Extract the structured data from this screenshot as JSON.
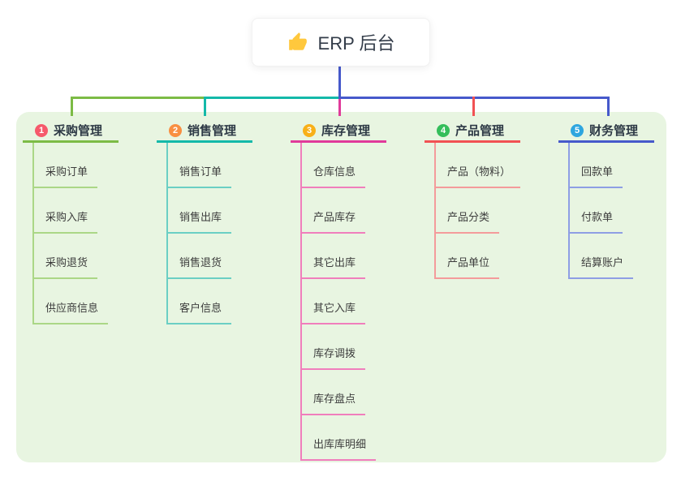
{
  "root": {
    "label": "ERP 后台",
    "icon": "thumbs-up-icon",
    "icon_color": "#FFC83D"
  },
  "colors": {
    "root_line": "#4659CB",
    "panel_bg": "#E8F5E1",
    "card_bg": "#FFFFFF",
    "header_text": "#2E3A46",
    "child_text": "#3D3D3D"
  },
  "branches": [
    {
      "num": "1",
      "label": "采购管理",
      "colors": {
        "badge": "#F6596B",
        "line": "#7CBB45",
        "child_line": "#ABD786"
      },
      "children": [
        "采购订单",
        "采购入库",
        "采购退货",
        "供应商信息"
      ]
    },
    {
      "num": "2",
      "label": "销售管理",
      "colors": {
        "badge": "#F98F41",
        "line": "#13B9A9",
        "child_line": "#6BCFC4"
      },
      "children": [
        "销售订单",
        "销售出库",
        "销售退货",
        "客户信息"
      ]
    },
    {
      "num": "3",
      "label": "库存管理",
      "colors": {
        "badge": "#F8B018",
        "line": "#E03A9A",
        "child_line": "#F07EBC"
      },
      "children": [
        "仓库信息",
        "产品库存",
        "其它出库",
        "其它入库",
        "库存调拨",
        "库存盘点",
        "出库库明细"
      ]
    },
    {
      "num": "4",
      "label": "产品管理",
      "colors": {
        "badge": "#35BE5B",
        "line": "#F15153",
        "child_line": "#F49B9B"
      },
      "children": [
        "产品（物料）",
        "产品分类",
        "产品单位"
      ]
    },
    {
      "num": "5",
      "label": "财务管理",
      "colors": {
        "badge": "#2EA6DF",
        "line": "#4659CB",
        "child_line": "#8E9EE4"
      },
      "children": [
        "回款单",
        "付款单",
        "结算账户"
      ]
    }
  ]
}
